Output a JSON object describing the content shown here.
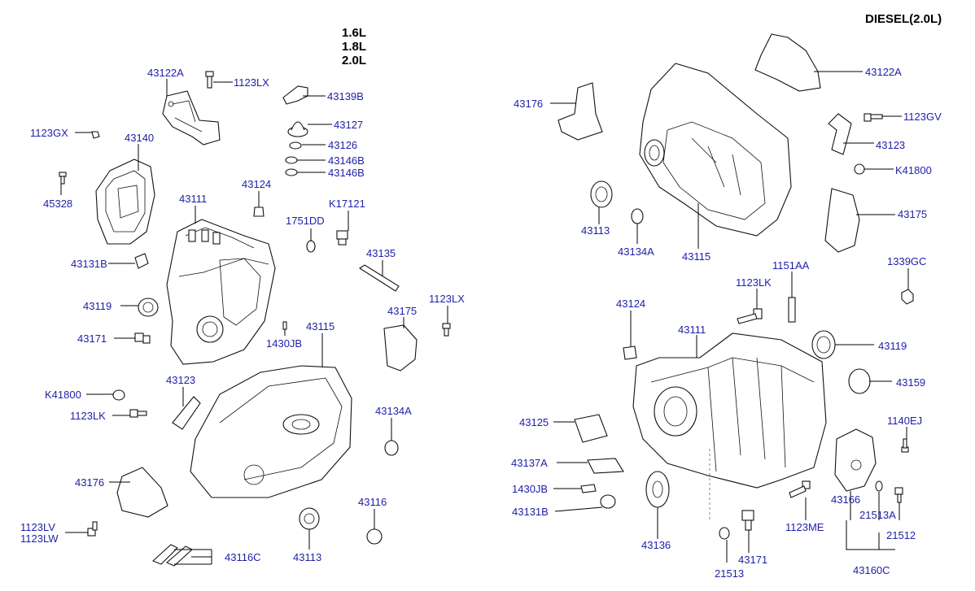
{
  "header": {
    "engines": [
      "1.6L",
      "1.8L",
      "2.0L"
    ],
    "diesel": "DIESEL(2.0L)"
  },
  "labels": {
    "l43122a": "43122A",
    "l1123lx_a": "1123LX",
    "l43139b": "43139B",
    "l43127": "43127",
    "l43126": "43126",
    "l43146b_a": "43146B",
    "l43146b_b": "43146B",
    "l1123gx": "1123GX",
    "l43140": "43140",
    "l45328": "45328",
    "l43124": "43124",
    "l43111": "43111",
    "l1751dd": "1751DD",
    "lk17121": "K17121",
    "l43135": "43135",
    "l43131b": "43131B",
    "l43119": "43119",
    "l43171": "43171",
    "l43175": "43175",
    "l1123lx_b": "1123LX",
    "l1430jb": "1430JB",
    "l43115": "43115",
    "lk41800": "K41800",
    "l43123": "43123",
    "l1123lk": "1123LK",
    "l43134a": "43134A",
    "l43176": "43176",
    "l43116": "43116",
    "l1123lv": "1123LV",
    "l1123lw": "1123LW",
    "l43113": "43113",
    "l43116c": "43116C",
    "d43176": "43176",
    "d43122a": "43122A",
    "d1123gv": "1123GV",
    "d43123": "43123",
    "dk41800": "K41800",
    "d43113": "43113",
    "d43134a": "43134A",
    "d43115": "43115",
    "d43175": "43175",
    "d1151aa": "1151AA",
    "d1339gc": "1339GC",
    "d1123lk": "1123LK",
    "d43124": "43124",
    "d43111": "43111",
    "d43119": "43119",
    "d43159": "43159",
    "d43125": "43125",
    "d1140ej": "1140EJ",
    "d43137a": "43137A",
    "d1430jb": "1430JB",
    "d43131b": "43131B",
    "d43166": "43166",
    "d21513a": "21513A",
    "d21512": "21512",
    "d1123me": "1123ME",
    "d43136": "43136",
    "d43171": "43171",
    "d21513": "21513",
    "d43160c": "43160C"
  }
}
